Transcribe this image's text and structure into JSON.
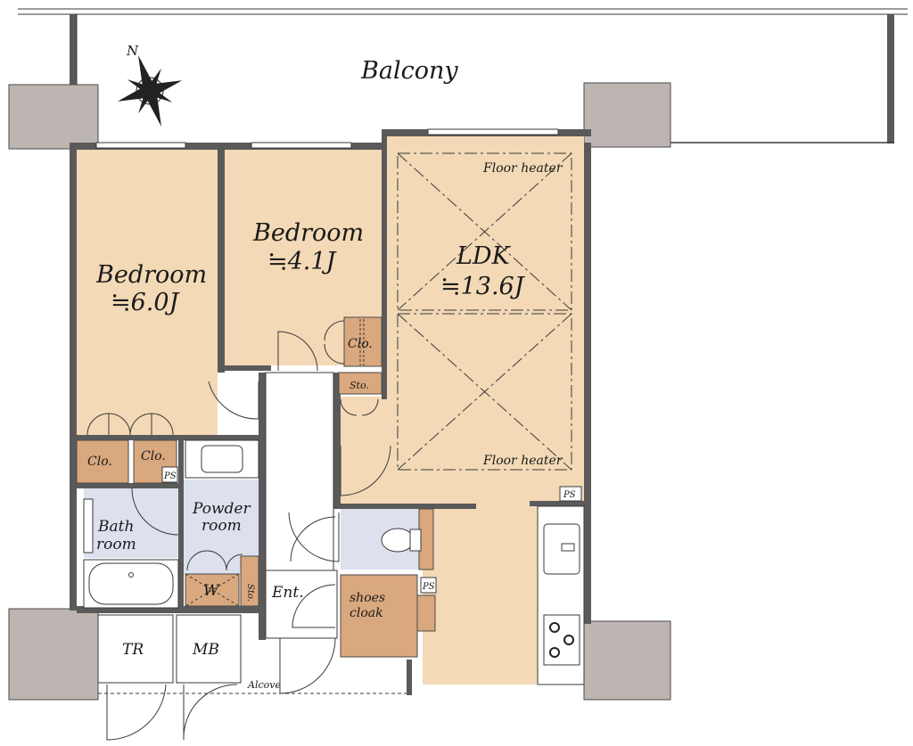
{
  "labels": {
    "balcony": "Balcony",
    "compass_north": "N",
    "bedroom_west": "Bedroom",
    "bedroom_west_size": "≒6.0J",
    "bedroom_center": "Bedroom",
    "bedroom_center_size": "≒4.1J",
    "ldk": "LDK",
    "ldk_size": "≒13.6J",
    "floor_heater_top": "Floor heater",
    "floor_heater_bottom": "Floor heater",
    "closet_center": "Clo.",
    "storage_center": "Sto.",
    "closet_left_1": "Clo.",
    "closet_left_2": "Clo.",
    "ps_left": "PS",
    "ps_right": "PS",
    "ps_middle": "PS",
    "bath_line1": "Bath",
    "bath_line2": "room",
    "powder_line1": "Powder",
    "powder_line2": "room",
    "washer": "W",
    "storage_powder": "Sto.",
    "entrance": "Ent.",
    "shoes_line1": "shoes",
    "shoes_line2": "cloak",
    "trunk_room": "TR",
    "meter_box": "MB",
    "alcove": "Alcove"
  },
  "colors": {
    "room_fill": "#f3d9b5",
    "closet_fill": "#d9a87e",
    "wet_area_fill": "#dde1ee",
    "wall": "#5a5a5a",
    "pillar": "#bdb5b1"
  }
}
